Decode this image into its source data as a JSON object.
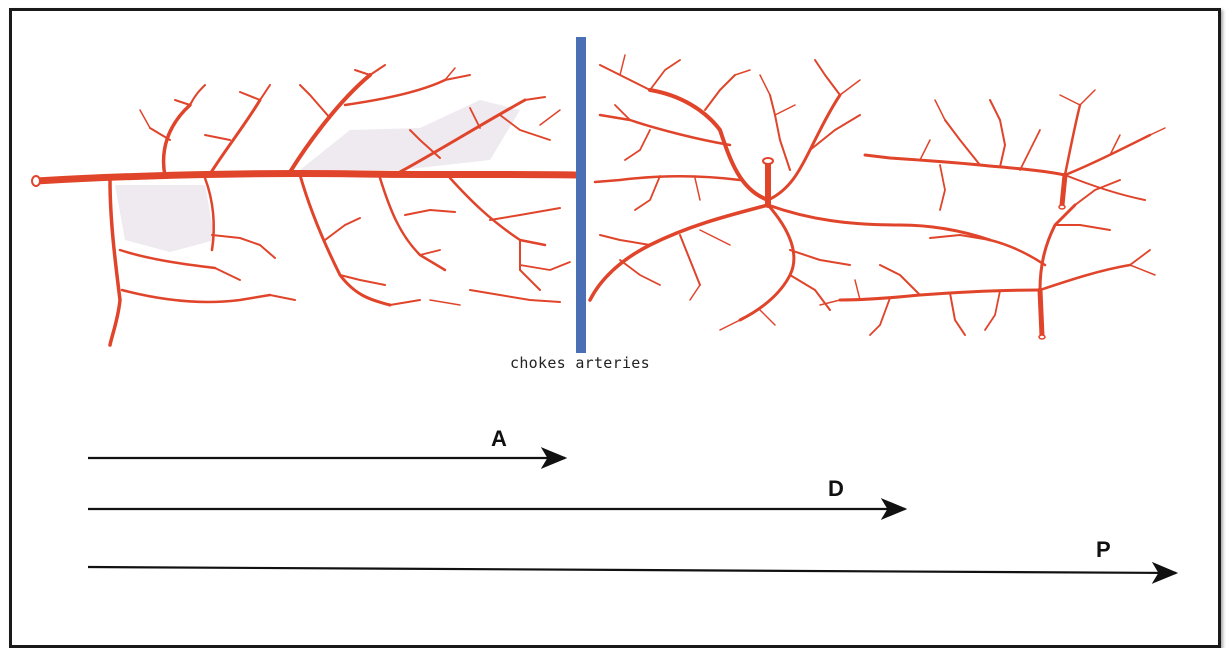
{
  "caption": "chokes arteries",
  "arrows": [
    {
      "label": "A"
    },
    {
      "label": "D"
    },
    {
      "label": "P"
    }
  ],
  "colors": {
    "artery": "#e0442a",
    "choke_line": "#4a6fb5",
    "arrow": "#111111",
    "territory_shade": "#ece8ee"
  }
}
